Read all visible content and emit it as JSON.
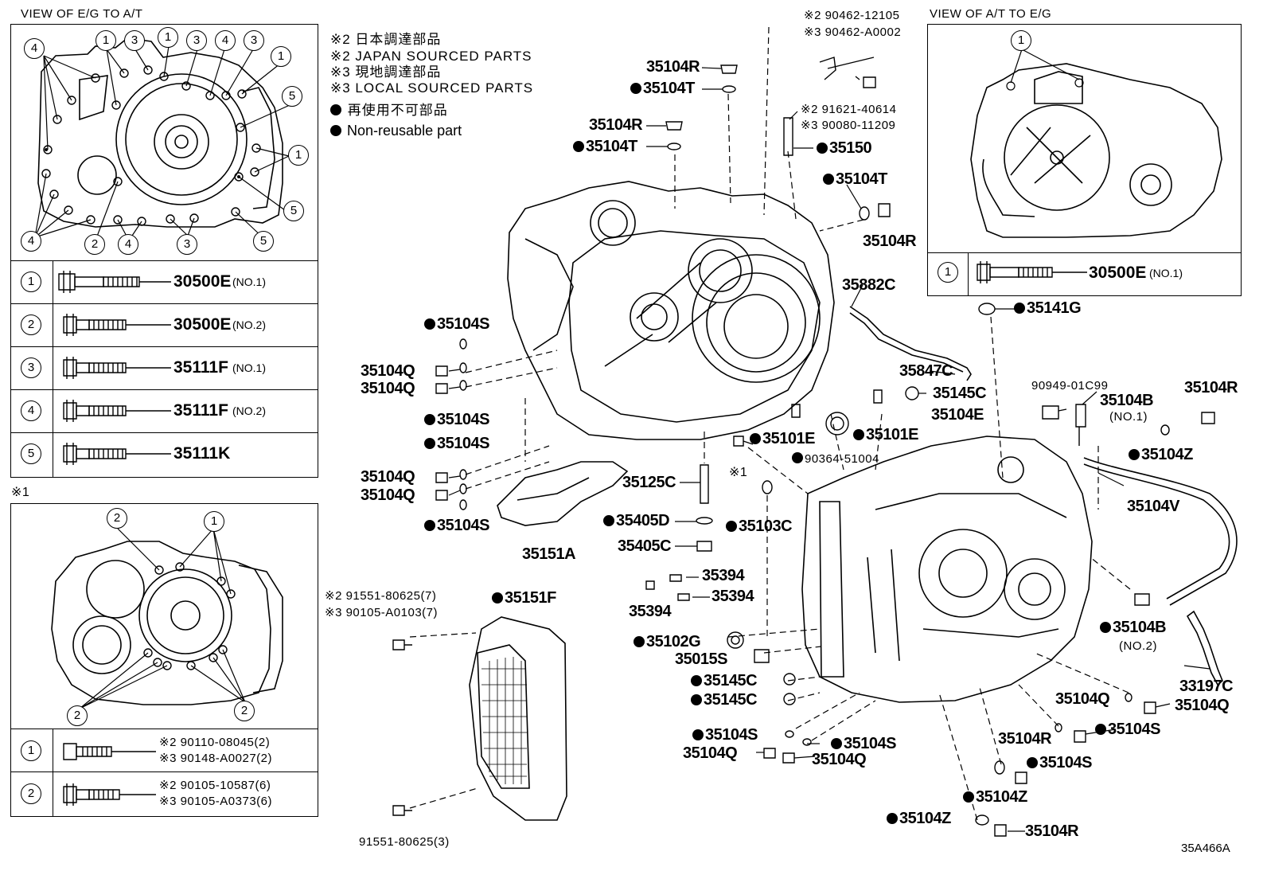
{
  "views": {
    "eg_to_at": "VIEW OF E/G TO A/T",
    "at_to_eg": "VIEW OF A/T TO E/G",
    "note1_mark": "※1"
  },
  "notes": {
    "jp_sourced_jp": "※2 日本調達部品",
    "jp_sourced_en": "※2  JAPAN SOURCED PARTS",
    "local_sourced_jp": "※3 現地調達部品",
    "local_sourced_en": "※3  LOCAL SOURCED PARTS",
    "nonreuse_jp": "再使用不可部品",
    "nonreuse_en": "Non-reusable part"
  },
  "table_main": [
    {
      "num": "1",
      "part": "30500E",
      "sub": "(NO.1)"
    },
    {
      "num": "2",
      "part": "30500E",
      "sub": "(NO.2)"
    },
    {
      "num": "3",
      "part": "35111F",
      "sub": "(NO.1)"
    },
    {
      "num": "4",
      "part": "35111F",
      "sub": "(NO.2)"
    },
    {
      "num": "5",
      "part": "35111K",
      "sub": ""
    }
  ],
  "table_right": {
    "num": "1",
    "part": "30500E",
    "sub": "(NO.1)"
  },
  "table_note1": [
    {
      "num": "1",
      "line1": "※2  90110-08045(2)",
      "line2": "※3  90148-A0027(2)"
    },
    {
      "num": "2",
      "line1": "※2  90105-10587(6)",
      "line2": "※3  90105-A0373(6)"
    }
  ],
  "callouts_eg": [
    "4",
    "1",
    "3",
    "1",
    "3",
    "4",
    "3",
    "1",
    "5",
    "1",
    "5",
    "5",
    "3",
    "4",
    "2",
    "4"
  ],
  "callouts_note1": [
    "2",
    "1",
    "2",
    "2"
  ],
  "callouts_at": [
    "1"
  ],
  "parts": {
    "p35104R_1": "35104R",
    "p35104T_1": "35104T",
    "p35104R_2": "35104R",
    "p35104T_2": "35104T",
    "top_a1": "※2  90462-12105",
    "top_a2": "※3  90462-A0002",
    "top_b1": "※2  91621-40614",
    "top_b2": "※3  90080-11209",
    "p35150": "35150",
    "p35104T_3": "35104T",
    "p35104R_3": "35104R",
    "p35882C": "35882C",
    "p35141G": "35141G",
    "p35847C": "35847C",
    "p35145C_1": "35145C",
    "p35101E_1": "35101E",
    "p35101E_2": "35101E",
    "p90364": "90364-51004",
    "p35104E": "35104E",
    "p90949": "90949-01C99",
    "p35104B_1": "35104B",
    "no1": "(NO.1)",
    "p35104R_4": "35104R",
    "p35104Z_1": "35104Z",
    "p35104V": "35104V",
    "p35104S_1": "35104S",
    "p35104Q_1": "35104Q",
    "p35104Q_2": "35104Q",
    "p35104S_2": "35104S",
    "p35104S_3": "35104S",
    "p35104Q_3": "35104Q",
    "p35104Q_4": "35104Q",
    "p35104S_4": "35104S",
    "p35151A": "35151A",
    "p35125C": "35125C",
    "p35405D": "35405D",
    "p35405C": "35405C",
    "p35103C": "35103C",
    "mark1": "※1",
    "p35394_1": "35394",
    "p35394_2": "35394",
    "p35394_3": "35394",
    "left_b1": "※2  91551-80625(7)",
    "left_b2": "※3  90105-A0103(7)",
    "p35151F": "35151F",
    "p35102G": "35102G",
    "p35015S": "35015S",
    "p35145C_2": "35145C",
    "p35145C_3": "35145C",
    "p35104S_5": "35104S",
    "p35104Q_5": "35104Q",
    "p35104S_6": "35104S",
    "p35104Q_6": "35104Q",
    "bottom_bolt": "91551-80625(3)",
    "p35104B_2": "35104B",
    "no2": "(NO.2)",
    "p33197C": "33197C",
    "p35104Q_7": "35104Q",
    "p35104S_7": "35104S",
    "p35104Q_8": "35104Q",
    "p35104R_5": "35104R",
    "p35104S_8": "35104S",
    "p35104Z_2": "35104Z",
    "p35104Z_3": "35104Z",
    "p35104R_6": "35104R",
    "code": "35A466A"
  }
}
